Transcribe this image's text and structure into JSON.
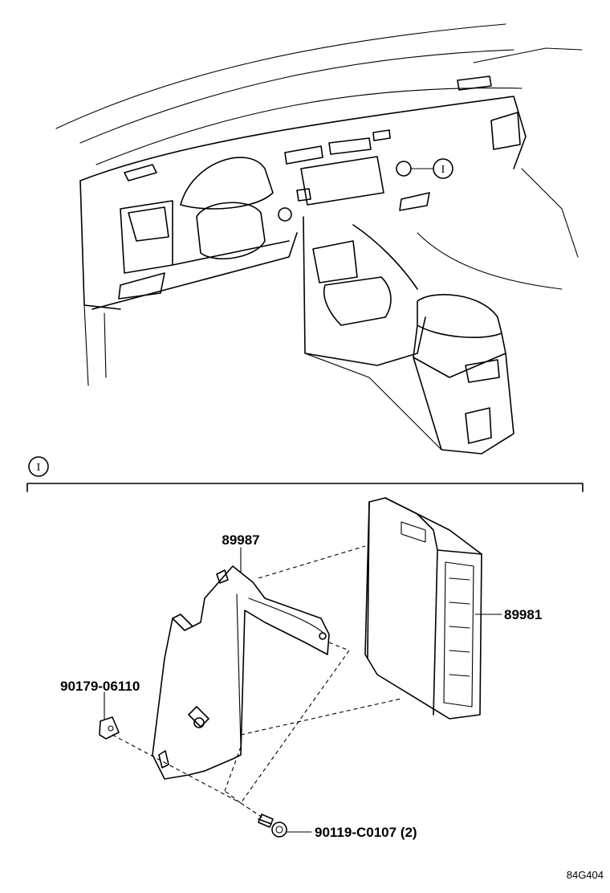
{
  "callouts": {
    "main_marker": "I",
    "section_marker": "I"
  },
  "parts": {
    "bracket": "89987",
    "ecu": "89981",
    "nut": "90179-06110",
    "bolt": "90119-C0107 (2)"
  },
  "figure_code": "84G404"
}
